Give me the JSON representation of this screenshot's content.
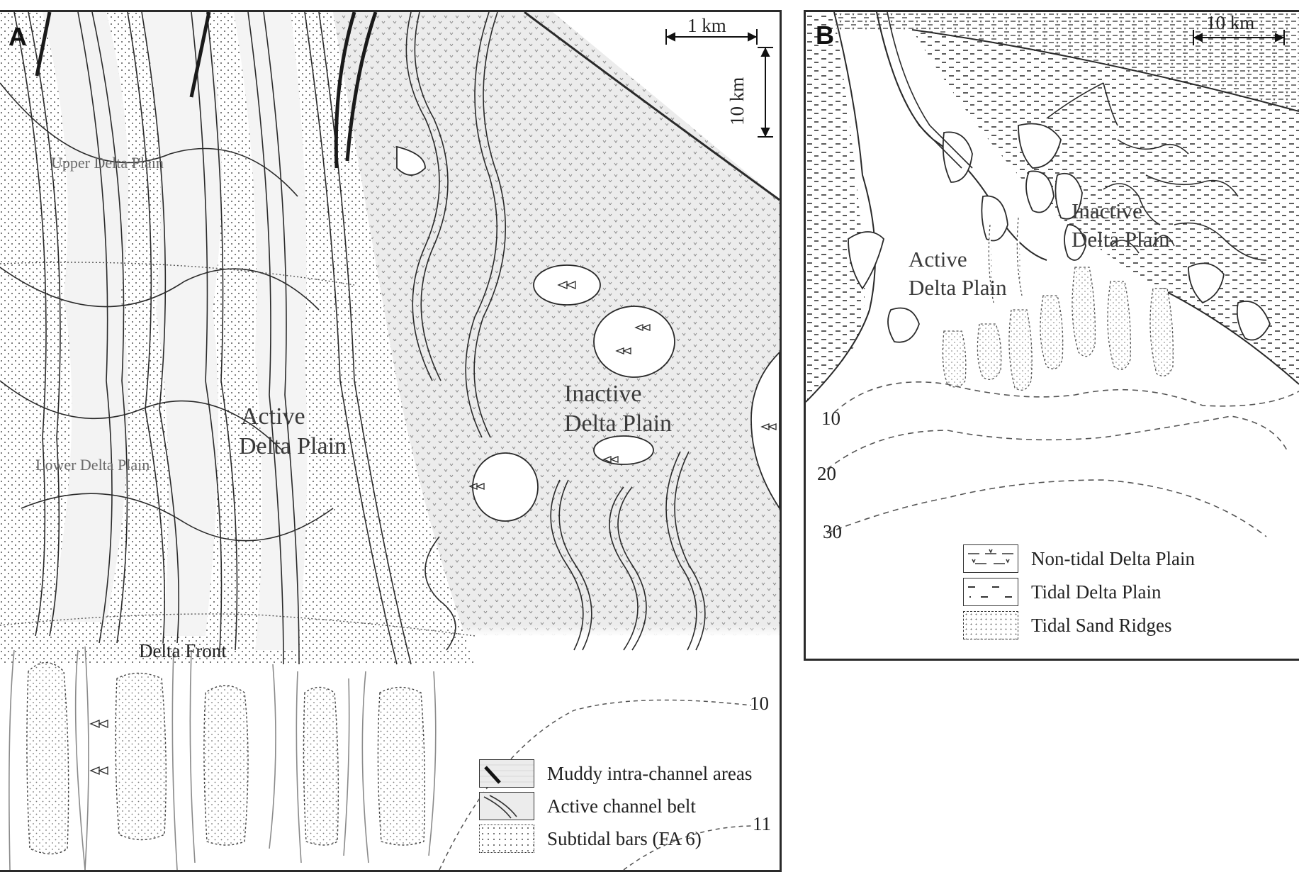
{
  "panel_a": {
    "letter": "A",
    "scale_horizontal": "1 km",
    "scale_vertical": "10 km",
    "labels": {
      "upper_delta_plain": "Upper Delta Plain",
      "lower_delta_plain": "Lower Delta Plain",
      "active_delta_plain_1": "Active",
      "active_delta_plain_2": "Delta Plain",
      "inactive_delta_plain_1": "Inactive",
      "inactive_delta_plain_2": "Delta Plain",
      "delta_front": "Delta Front"
    },
    "depth_contours": [
      "10",
      "11"
    ],
    "legend": [
      {
        "label": "Muddy intra-channel areas",
        "pattern": "muddy"
      },
      {
        "label": "Active channel belt",
        "pattern": "channel"
      },
      {
        "label": "Subtidal bars (FA 6)",
        "pattern": "sand"
      }
    ]
  },
  "panel_b": {
    "letter": "B",
    "scale_horizontal": "10 km",
    "labels": {
      "active_1": "Active",
      "active_2": "Delta Plain",
      "inactive_1": "Inactive",
      "inactive_2": "Delta Plain"
    },
    "depth_contours": [
      "10",
      "20",
      "30"
    ],
    "legend": [
      {
        "label": "Non-tidal Delta Plain",
        "pattern": "nontidal"
      },
      {
        "label": "Tidal Delta Plain",
        "pattern": "tidal"
      },
      {
        "label": "Tidal Sand Ridges",
        "pattern": "ridges"
      }
    ]
  },
  "colors": {
    "line": "#2a2a2a",
    "muddy_fill": "#ececec",
    "dashed": "#555555"
  }
}
